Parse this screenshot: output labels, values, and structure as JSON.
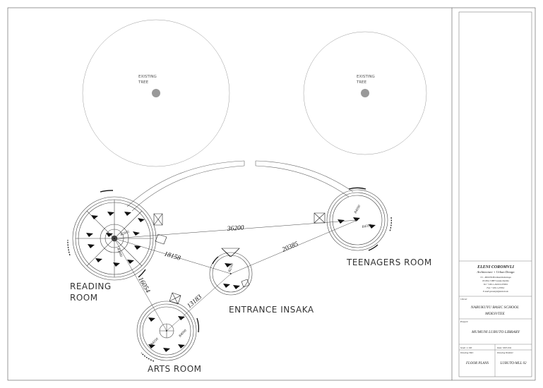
{
  "drawing": {
    "trees": [
      {
        "label_line1": "EXISTING",
        "label_line2": "TREE"
      },
      {
        "label_line1": "EXISTING",
        "label_line2": "TREE"
      }
    ],
    "rooms": {
      "reading": {
        "line1": "READING",
        "line2": "ROOM"
      },
      "teenagers": {
        "line1": "TEENAGERS ROOM"
      },
      "entrance": {
        "line1": "ENTRANCE INSAKA"
      },
      "arts": {
        "line1": "ARTS ROOM"
      }
    },
    "dimensions": {
      "reading_to_teen": "36200",
      "reading_to_entrance": "18158",
      "entrance_to_teen": "20385",
      "reading_to_arts": "16054",
      "arts_to_entrance": "13183"
    },
    "radii": {
      "reading_inner": "R2045",
      "reading_outer": "R5000",
      "teen_a": "R4090",
      "teen_b": "R4350",
      "entrance": "R2500",
      "arts_a": "R4350",
      "arts_b": "R4090"
    }
  },
  "title_block": {
    "designer_name": "ELENI COROMVLI",
    "designer_role": "Architecture + Urban Design",
    "address_lines": [
      "3/1 - MOLEN/Plot Road Kabulonga",
      "P.O.Box 31887 Lusaka Zambia",
      "Tel: +260-1-262012/253601",
      "Fax: +260-1-253011",
      "E-mail:gecaargit@zamnet.zm"
    ],
    "client_label": "Client:",
    "client_line1": "NABUKUYU BASIC SCHOOL",
    "client_line2": "MOESVTEE",
    "project_label": "Project:",
    "project_name": "MUMUNI LUBUTO LIBRARY",
    "scale_label": "Scale: 1:100",
    "date_label": "Date: SEP 2011",
    "drawing_title_label": "Drawing Title:",
    "drawing_number_label": "Drawing Number:",
    "drawing_title": "FLOOR PLANS",
    "drawing_number": "LUBUTO-MLL 02"
  }
}
